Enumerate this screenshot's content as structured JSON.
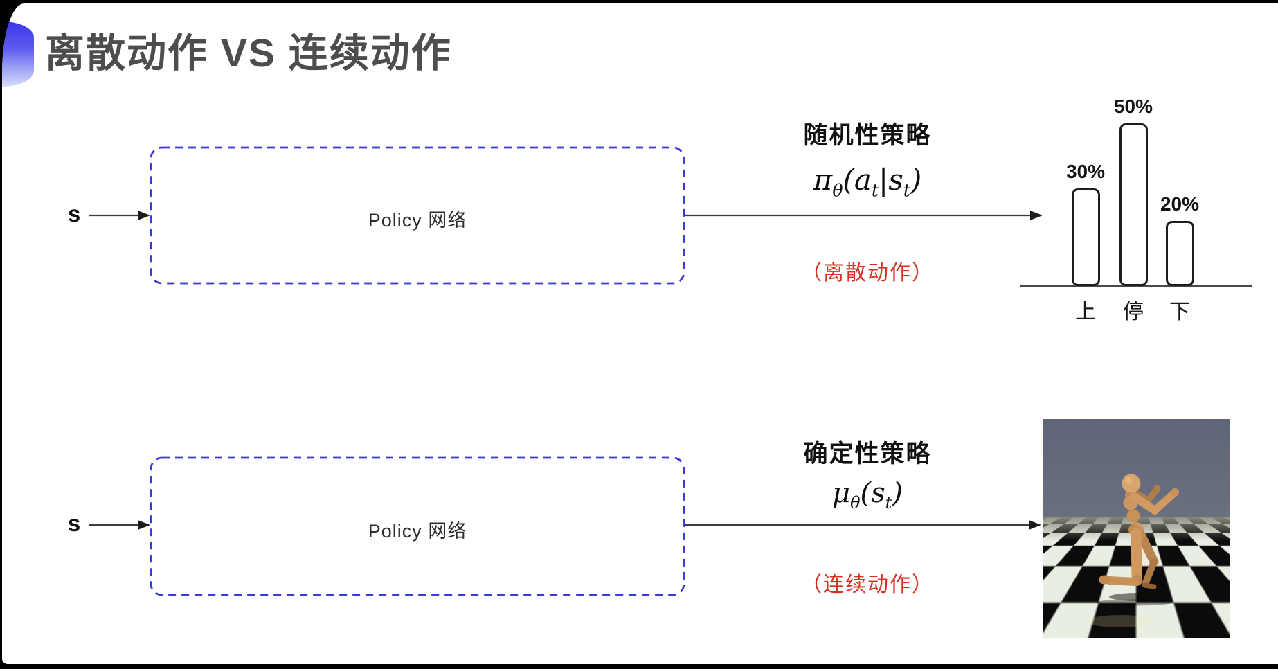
{
  "slide": {
    "title": "离散动作 VS 连续动作"
  },
  "stochastic_flow": {
    "input_label": "s",
    "network_label": "Policy 网络",
    "policy_name": "随机性策略",
    "formula": "π_θ(a_t|s_t)",
    "action_type_note": "（离散动作）"
  },
  "deterministic_flow": {
    "input_label": "s",
    "network_label": "Policy 网络",
    "policy_name": "确定性策略",
    "formula": "μ_θ(s_t)",
    "action_type_note": "（连续动作）"
  },
  "chart_data": {
    "type": "bar",
    "title": "",
    "xlabel": "",
    "ylabel": "",
    "categories": [
      "上",
      "停",
      "下"
    ],
    "values": [
      30,
      50,
      20
    ],
    "value_labels": [
      "30%",
      "50%",
      "20%"
    ],
    "ylim": [
      0,
      55
    ],
    "grid": false,
    "legend": false,
    "style": "outlined rounded bars, no fill, baseline axis only"
  },
  "images": {
    "humanoid_sim": "mujoco-humanoid-on-checkerboard-floor"
  },
  "colors": {
    "box_border_blue": "#3a3ad6",
    "note_red": "#d53226",
    "title_gray": "#4d4d4d",
    "arrow_dark": "#2e2e2e",
    "bar_outline": "#1e1e1e",
    "deco_blue_top": "#3a36e9",
    "deco_blue_bottom": "#d9dcfb"
  }
}
